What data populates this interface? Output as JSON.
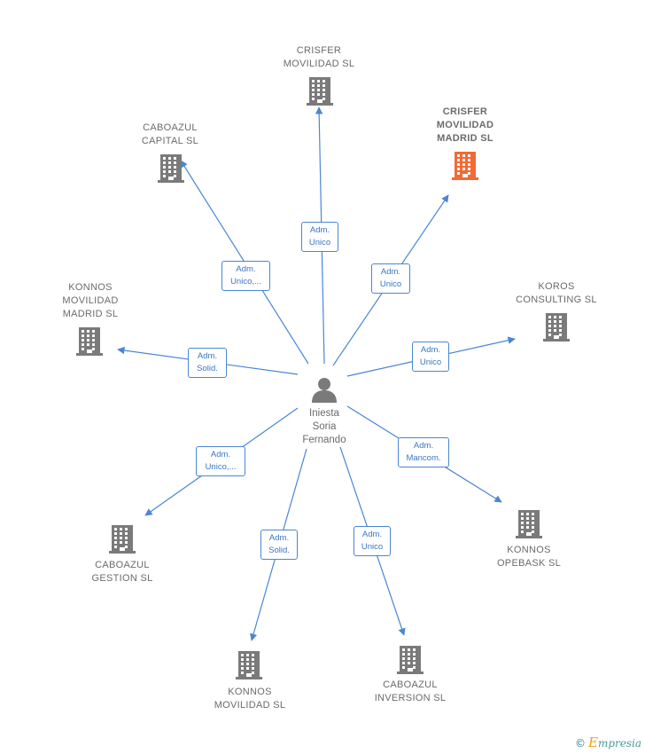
{
  "center": {
    "name_lines": [
      "Iniesta",
      "Soria",
      "Fernando"
    ]
  },
  "colors": {
    "edge": "#4a86d4",
    "building": "#7a7a7a",
    "building_highlight": "#f26a35"
  },
  "nodes": [
    {
      "id": "crisfer-movilidad",
      "lines": [
        "CRISFER",
        "MOVILIDAD  SL"
      ],
      "highlight": false,
      "role": [
        "Adm.",
        "Unico"
      ]
    },
    {
      "id": "crisfer-movilidad-madrid",
      "lines": [
        "CRISFER",
        "MOVILIDAD",
        "MADRID  SL"
      ],
      "highlight": true,
      "role": [
        "Adm.",
        "Unico"
      ]
    },
    {
      "id": "caboazul-capital",
      "lines": [
        "CABOAZUL",
        "CAPITAL  SL"
      ],
      "highlight": false,
      "role": [
        "Adm.",
        "Unico,..."
      ]
    },
    {
      "id": "konnos-movilidad-madrid",
      "lines": [
        "KONNOS",
        "MOVILIDAD",
        "MADRID  SL"
      ],
      "highlight": false,
      "role": [
        "Adm.",
        "Solid."
      ]
    },
    {
      "id": "koros-consulting",
      "lines": [
        "KOROS",
        "CONSULTING SL"
      ],
      "highlight": false,
      "role": [
        "Adm.",
        "Unico"
      ]
    },
    {
      "id": "konnos-opebask",
      "lines": [
        "KONNOS",
        "OPEBASK  SL"
      ],
      "highlight": false,
      "role": [
        "Adm.",
        "Mancom."
      ]
    },
    {
      "id": "caboazul-gestion",
      "lines": [
        "CABOAZUL",
        "GESTION  SL"
      ],
      "highlight": false,
      "role": [
        "Adm.",
        "Unico,..."
      ]
    },
    {
      "id": "konnos-movilidad",
      "lines": [
        "KONNOS",
        "MOVILIDAD  SL"
      ],
      "highlight": false,
      "role": [
        "Adm.",
        "Solid."
      ]
    },
    {
      "id": "caboazul-inversion",
      "lines": [
        "CABOAZUL",
        "INVERSION  SL"
      ],
      "highlight": false,
      "role": [
        "Adm.",
        "Unico"
      ]
    }
  ],
  "brand": {
    "copyright": "©",
    "initial": "E",
    "rest": "mpresia"
  }
}
